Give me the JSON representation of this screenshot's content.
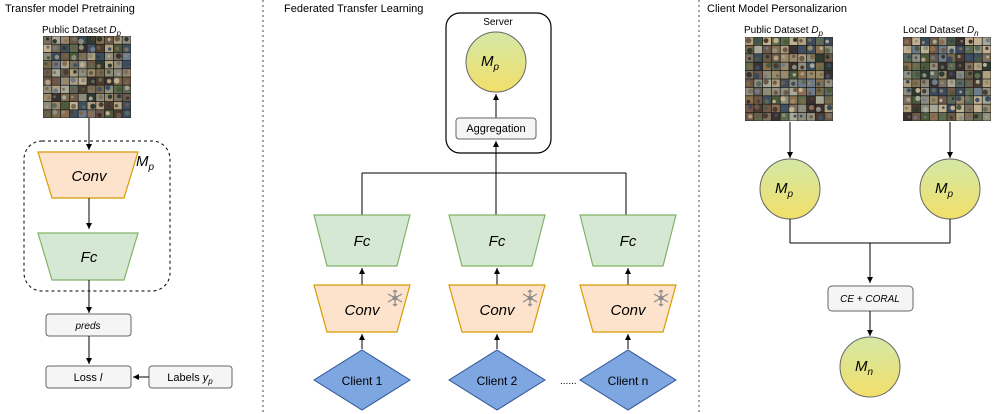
{
  "sections": {
    "pretraining": "Transfer model Pretraining",
    "federated": "Federated Transfer Learning",
    "personalization": "Client Model Personalizarion"
  },
  "pretraining": {
    "dataset_label": "Public Dataset",
    "dataset_symbol": "D",
    "dataset_sub": "p",
    "model_symbol": "M",
    "model_sub": "p",
    "conv": "Conv",
    "fc": "Fc",
    "preds": "preds",
    "loss": "Loss",
    "loss_symbol": "l",
    "labels": "Labels",
    "labels_symbol": "y",
    "labels_sub": "p"
  },
  "federated": {
    "server": "Server",
    "model_symbol": "M",
    "model_sub": "p",
    "aggregation": "Aggregation",
    "fc": "Fc",
    "conv": "Conv",
    "clients": [
      "Client 1",
      "Client 2",
      "Client n"
    ],
    "ellipsis": "......"
  },
  "personalization": {
    "public_label": "Public Dataset",
    "public_symbol": "D",
    "public_sub": "p",
    "local_label": "Local Dataset",
    "local_symbol": "D",
    "local_sub": "n",
    "model_symbol": "M",
    "model_sub": "p",
    "loss": "CE + CORAL",
    "final_symbol": "M",
    "final_sub": "n"
  },
  "colors": {
    "conv_fill": "#fde3cc",
    "conv_stroke": "#d79b00",
    "fc_fill": "#d5e8d4",
    "fc_stroke": "#82b366",
    "client_fill": "#7ea6e0",
    "model_gradient_top": "#d4e8a6",
    "model_gradient_bottom": "#f2df6a"
  },
  "icons": [
    "snowflake-icon",
    "image-grid-thumbnail"
  ]
}
